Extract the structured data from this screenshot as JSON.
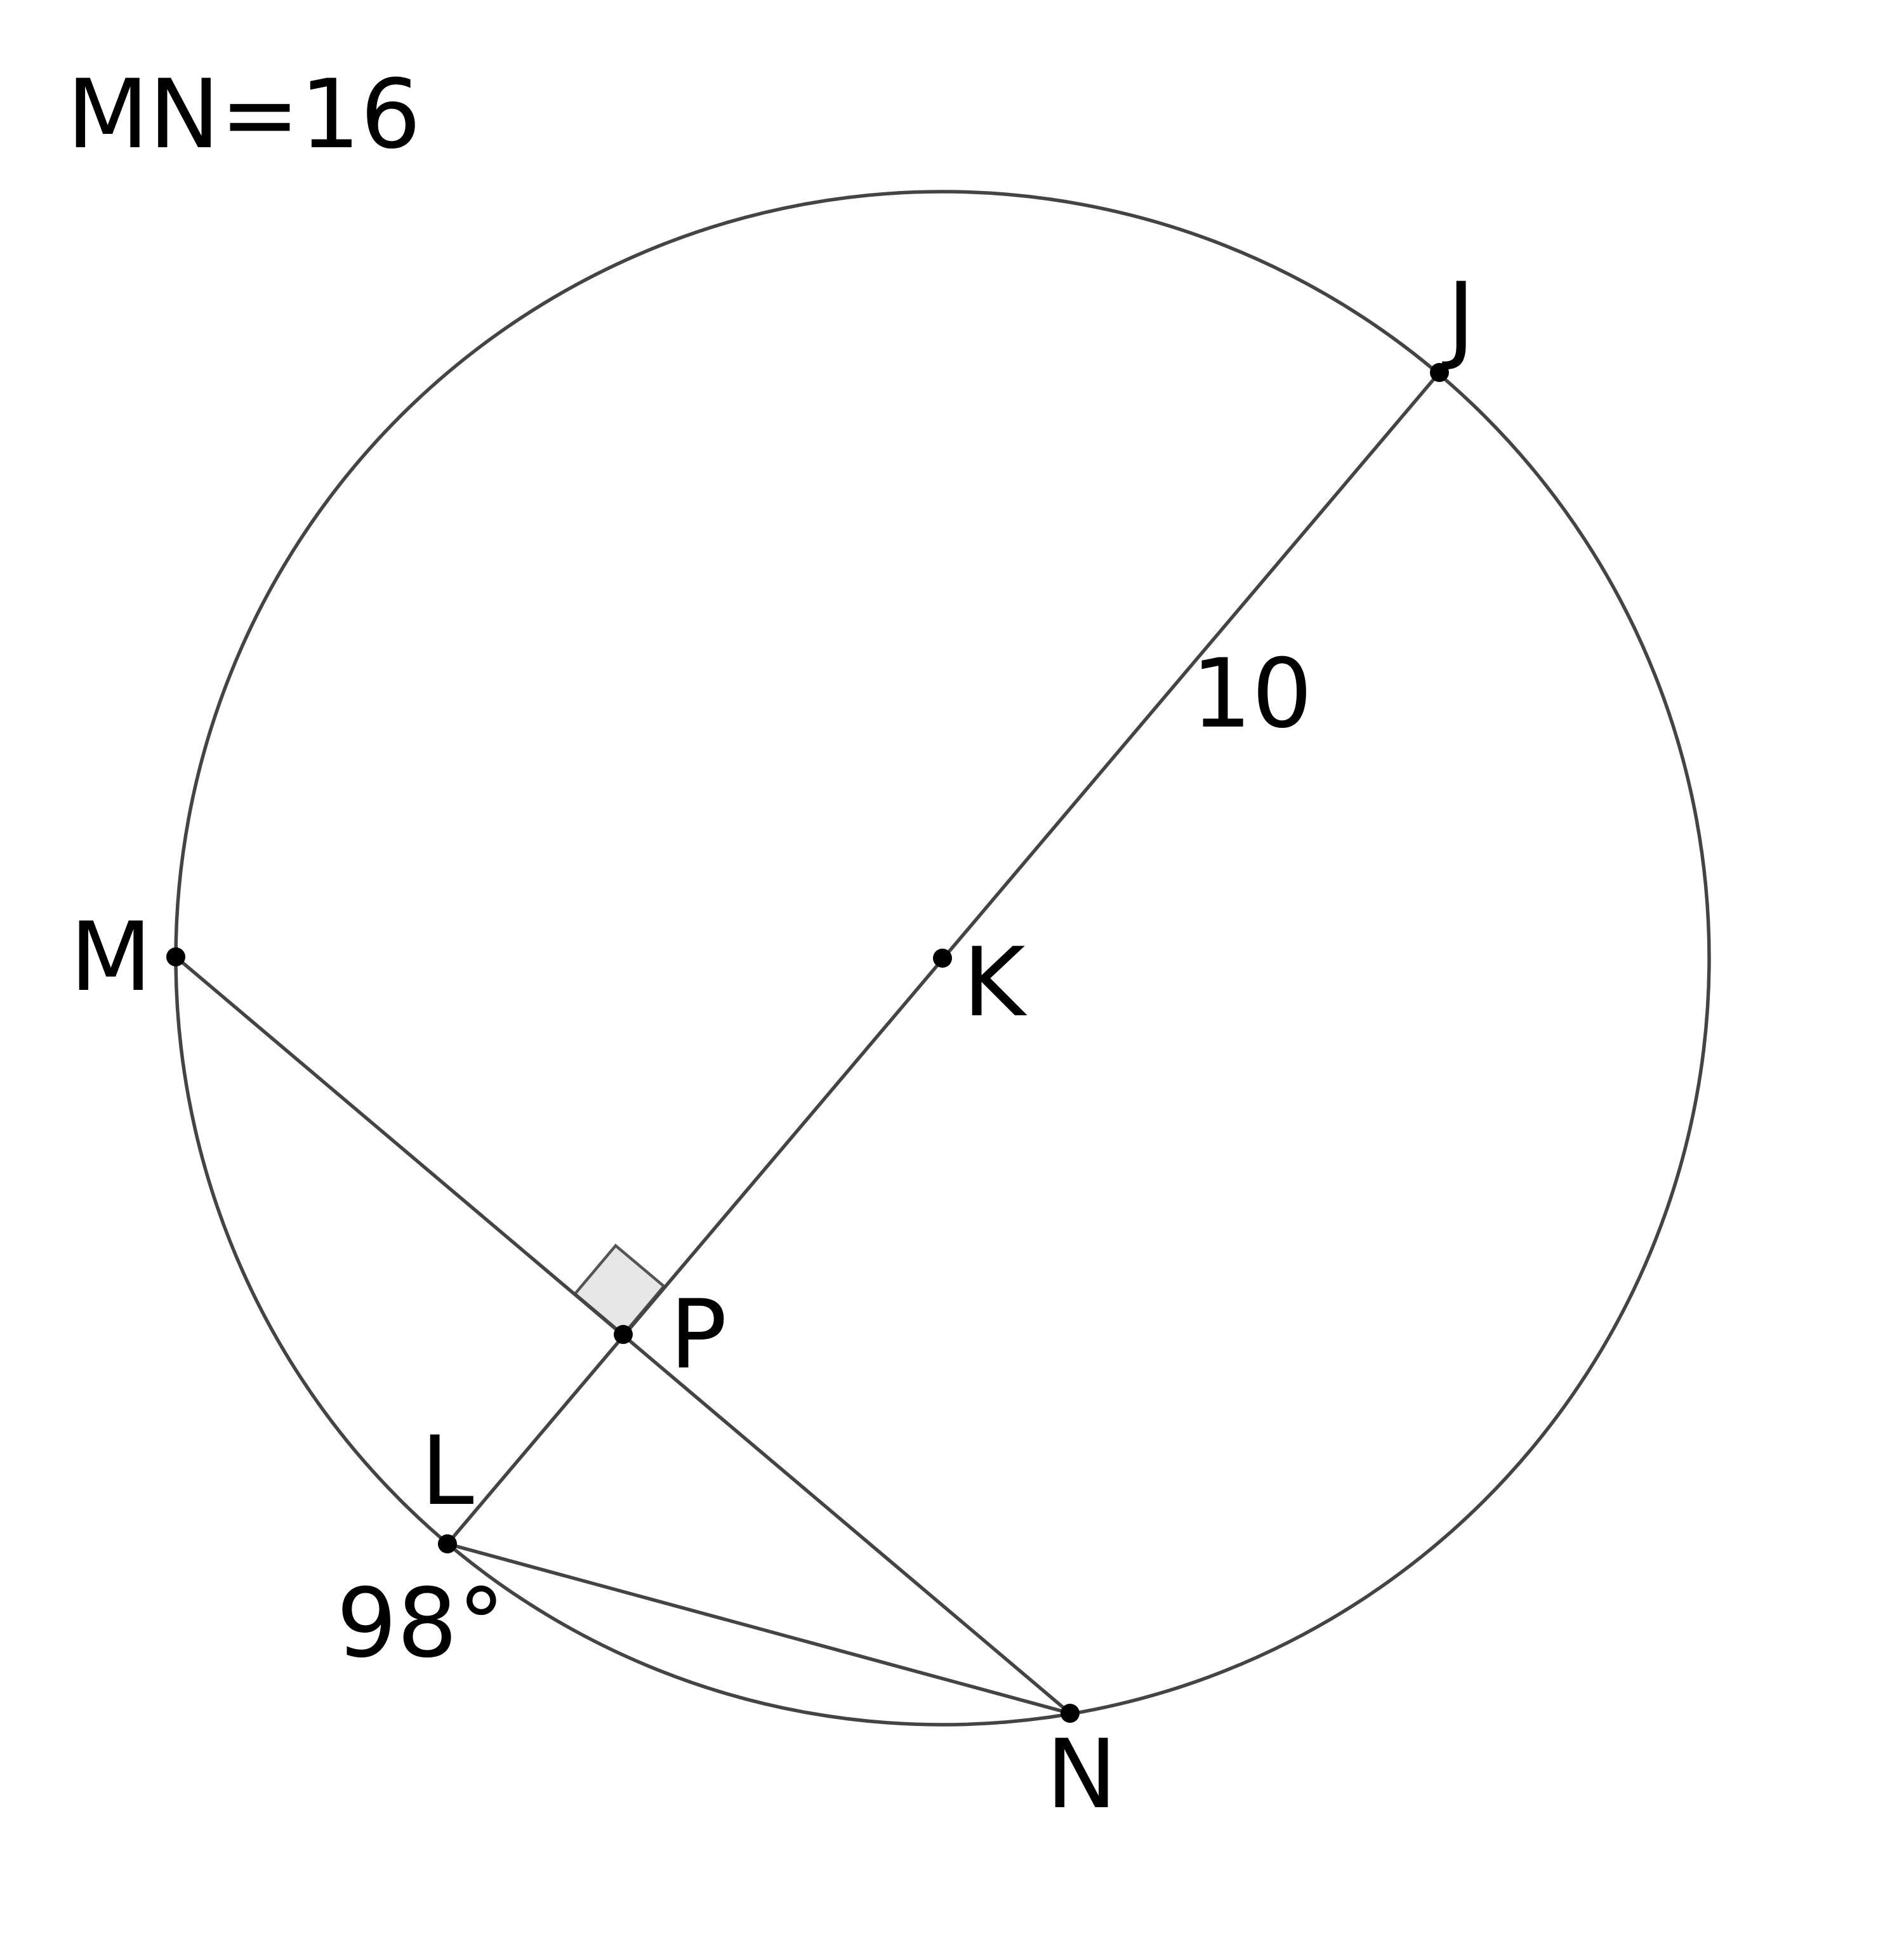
{
  "given": "MN=16",
  "labels": {
    "J": "J",
    "K": "K",
    "M": "M",
    "P": "P",
    "L": "L",
    "N": "N"
  },
  "measures": {
    "radius": "10",
    "arc_LN": "98°"
  },
  "colors": {
    "line": "#444444",
    "point": "#000000",
    "right_angle_fill": "#e6e6e6"
  }
}
